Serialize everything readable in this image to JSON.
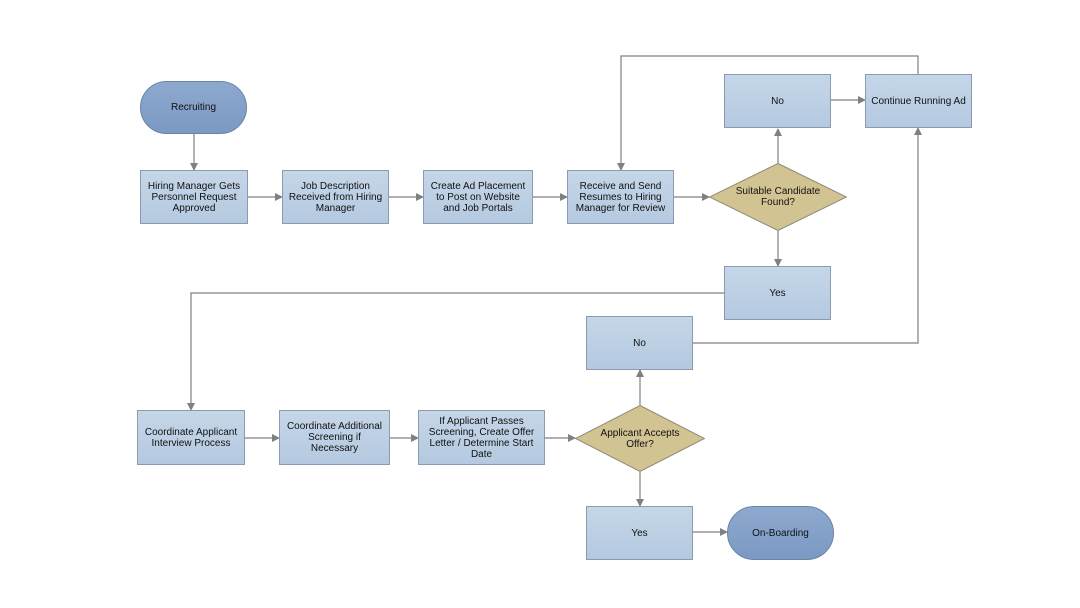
{
  "diagram": {
    "nodes": {
      "recruiting": "Recruiting",
      "hiring_manager": "Hiring Manager Gets Personnel Request Approved",
      "job_description": "Job Description Received from Hiring Manager",
      "create_ad": "Create Ad Placement to Post on Website and Job Portals",
      "receive_resumes": "Receive and Send Resumes to Hiring Manager for Review",
      "suitable_candidate": "Suitable Candidate Found?",
      "no_top": "No",
      "continue_ad": "Continue Running Ad",
      "yes_mid": "Yes",
      "no_mid": "No",
      "coordinate_interview": "Coordinate Applicant Interview Process",
      "coordinate_screening": "Coordinate Additional Screening if Necessary",
      "offer_letter": "If Applicant Passes Screening, Create Offer Letter / Determine Start Date",
      "accepts_offer": "Applicant Accepts Offer?",
      "yes_bottom": "Yes",
      "onboarding": "On-Boarding"
    },
    "colors": {
      "process_fill": "#bfd1e6",
      "terminal_fill": "#86a3cb",
      "decision_fill": "#d2c392",
      "connector": "#808080"
    }
  }
}
